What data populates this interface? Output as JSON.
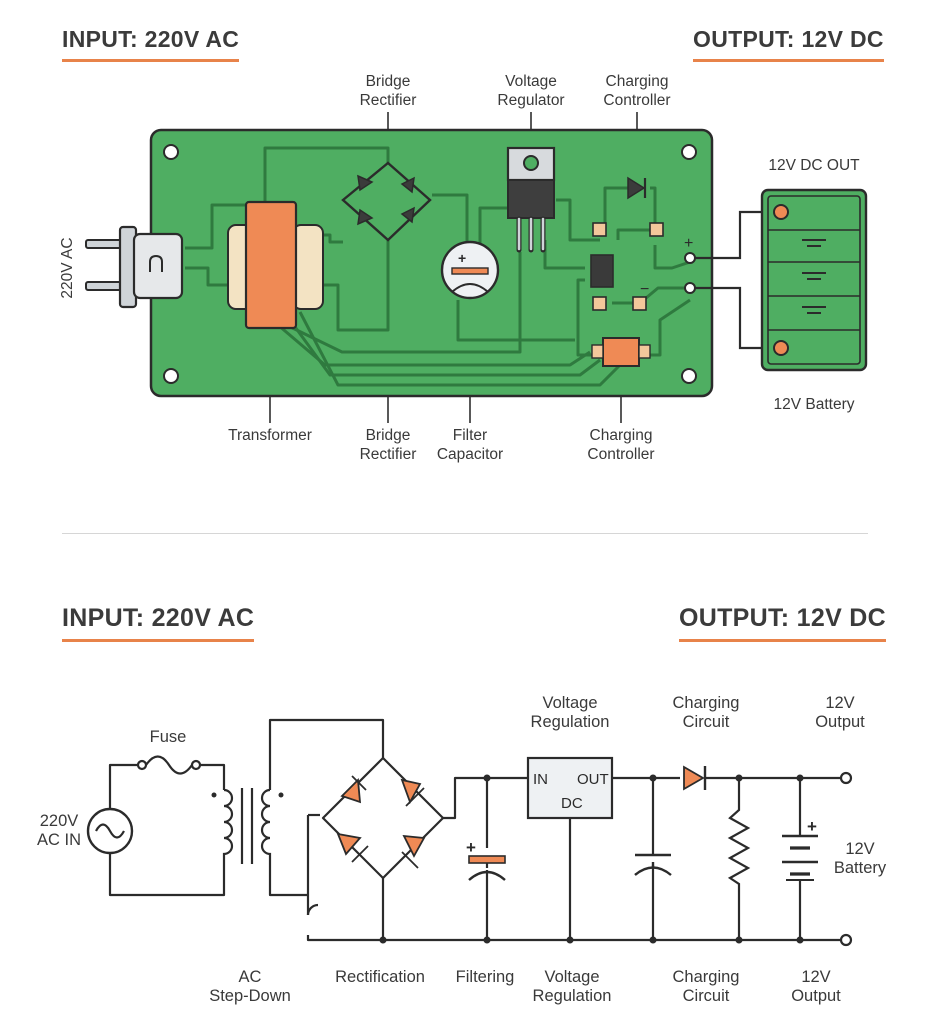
{
  "top": {
    "input_header": "INPUT: 220V AC",
    "output_header": "OUTPUT: 12V DC",
    "labels": {
      "bridge_rectifier_top": "Bridge\nRectifier",
      "voltage_regulator": "Voltage\nRegulator",
      "charging_controller_top": "Charging\nController",
      "dc_out": "12V DC OUT",
      "ac_plug": "220V AC",
      "battery": "12V Battery",
      "transformer": "Transformer",
      "bridge_rectifier_bottom": "Bridge\nRectifier",
      "filter_capacitor": "Filter\nCapacitor",
      "charging_controller_bottom": "Charging\nController"
    },
    "polarity": {
      "plus": "+",
      "minus": "−"
    }
  },
  "bottom": {
    "input_header": "INPUT: 220V AC",
    "output_header": "OUTPUT: 12V DC",
    "labels": {
      "fuse": "Fuse",
      "ac_in": "220V\nAC IN",
      "voltage_regulation_top": "Voltage\nRegulation",
      "charging_circuit_top": "Charging\nCircuit",
      "output_top": "12V\nOutput",
      "reg_in": "IN",
      "reg_out": "OUT",
      "reg_dc": "DC",
      "battery": "12V\nBattery",
      "stage_ac_step_down": "AC\nStep-Down",
      "stage_rectification": "Rectification",
      "stage_filtering": "Filtering",
      "stage_voltage_regulation": "Voltage\nRegulation",
      "stage_charging_circuit": "Charging\nCircuit",
      "stage_output": "12V\nOutput"
    },
    "polarity": {
      "cap_plus": "+",
      "batt_plus": "+"
    }
  },
  "colors": {
    "pcb": "#4fae62",
    "trace": "#2f7a3f",
    "accent": "#ef8a55",
    "outline": "#2b2b2b",
    "header_underline": "#e8834a"
  }
}
